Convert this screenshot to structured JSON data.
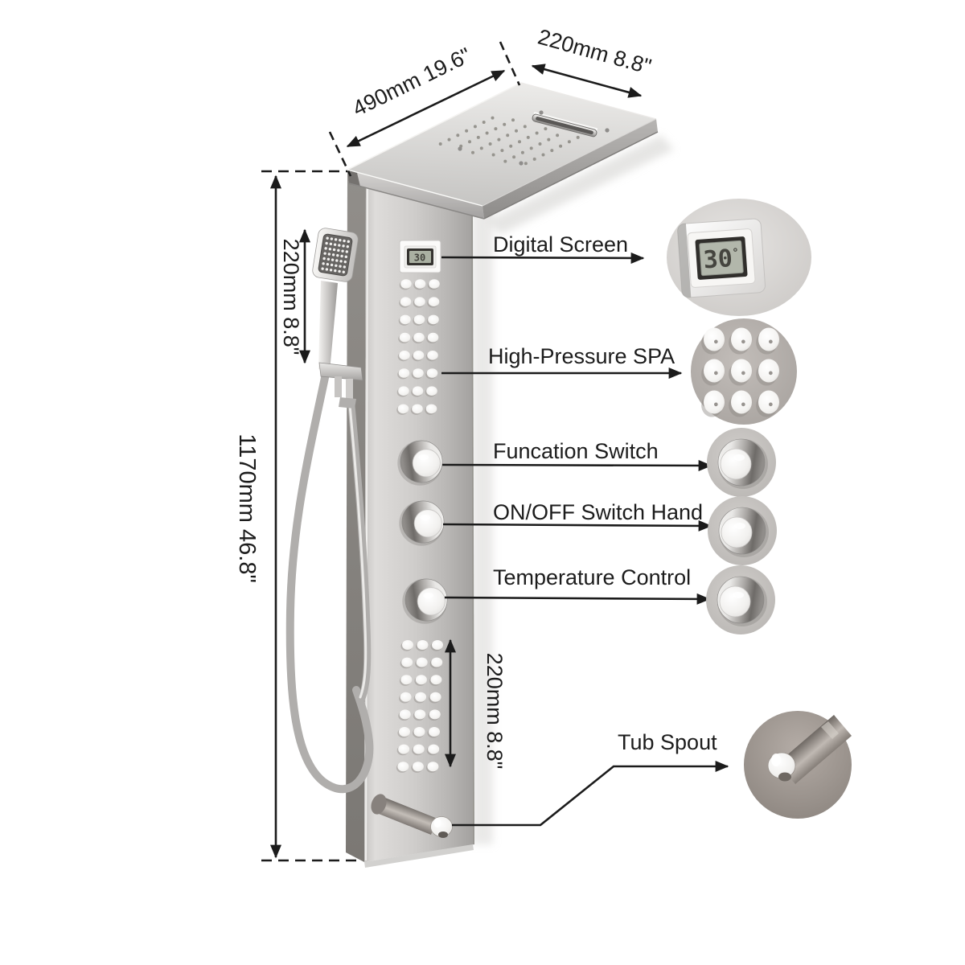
{
  "dimensions": {
    "head_length": "490mm 19.6\"",
    "head_depth": "220mm 8.8\"",
    "hand_shower": "220mm 8.8\"",
    "panel_height": "1170mm 46.8\"",
    "body_jets": "220mm 8.8\""
  },
  "labels": {
    "digital_screen": "Digital Screen",
    "high_pressure_spa": "High-Pressure SPA",
    "function_switch": "Funcation Switch",
    "on_off_switch": "ON/OFF Switch Hand",
    "temperature_control": "Temperature Control",
    "tub_spout": "Tub Spout"
  },
  "lcd": {
    "value": "30",
    "unit": "°"
  },
  "colors": {
    "line": "#1b1b1b",
    "panel_metal": "#c9c7c5",
    "panel_side": "#86837f",
    "callout_bg": "#b7b2ae",
    "lcd_bg": "#b2b7ab",
    "lcd_text": "#45453f"
  }
}
